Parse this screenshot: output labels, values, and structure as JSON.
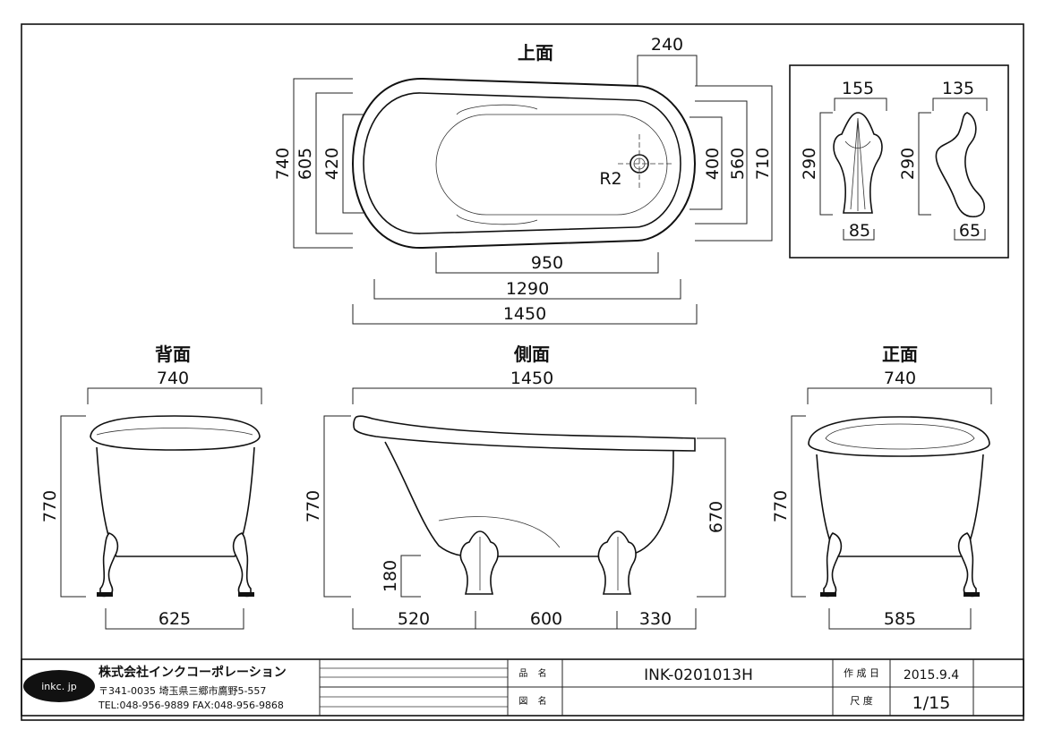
{
  "views": {
    "top": {
      "title": "上面",
      "dim_240": "240",
      "radius_label": "R2",
      "left": [
        "740",
        "605",
        "420"
      ],
      "right": [
        "400",
        "560",
        "710"
      ],
      "bottom": [
        "950",
        "1290",
        "1450"
      ]
    },
    "back": {
      "title": "背面",
      "width": "740",
      "height": "770",
      "base": "625"
    },
    "side": {
      "title": "側面",
      "width": "1450",
      "height": "770",
      "height_right": "670",
      "foot": "180",
      "bottom": [
        "520",
        "600",
        "330"
      ]
    },
    "front": {
      "title": "正面",
      "width": "740",
      "height": "770",
      "base": "585"
    },
    "detail": {
      "front_w": "155",
      "side_w": "135",
      "front_h": "290",
      "side_h": "290",
      "front_base": "85",
      "side_base": "65"
    }
  },
  "titleblock": {
    "logo": "inkc. jp",
    "company": "株式会社インクコーポレーション",
    "address": "〒341-0035 埼玉県三郷市鷹野5-557",
    "tel": "TEL:048-956-9889  FAX:048-956-9868",
    "product_label": "品 名",
    "product_value": "INK-0201013H",
    "drawing_label": "図 名",
    "drawing_value": "",
    "date_label": "作 成 日",
    "date_value": "2015.9.4",
    "scale_label": "尺 度",
    "scale_value": "1/15"
  }
}
